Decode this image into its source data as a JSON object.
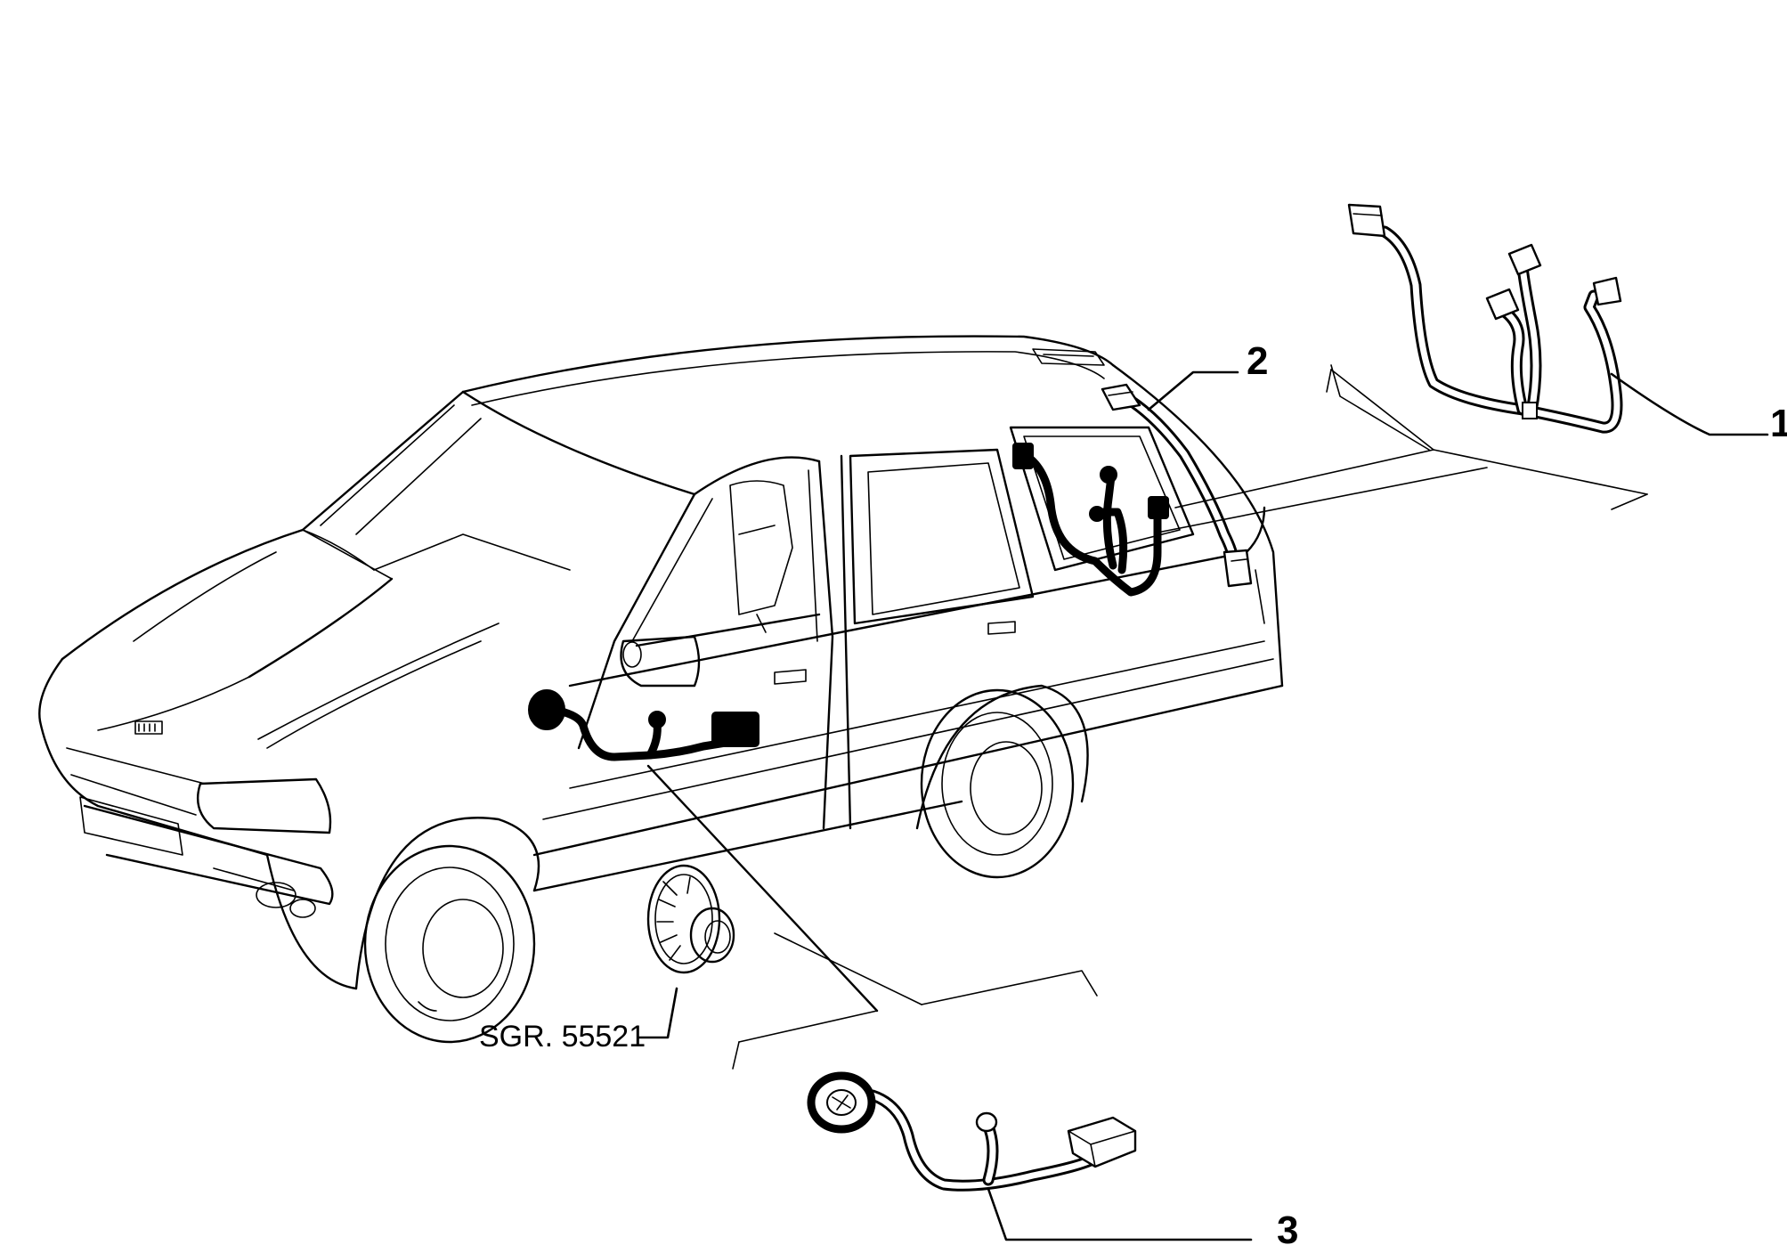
{
  "callouts": {
    "c1": "1",
    "c2": "2",
    "c3": "3"
  },
  "reference": {
    "label": "SGR. 55521"
  },
  "colors": {
    "line": "#000000",
    "background": "#ffffff"
  }
}
